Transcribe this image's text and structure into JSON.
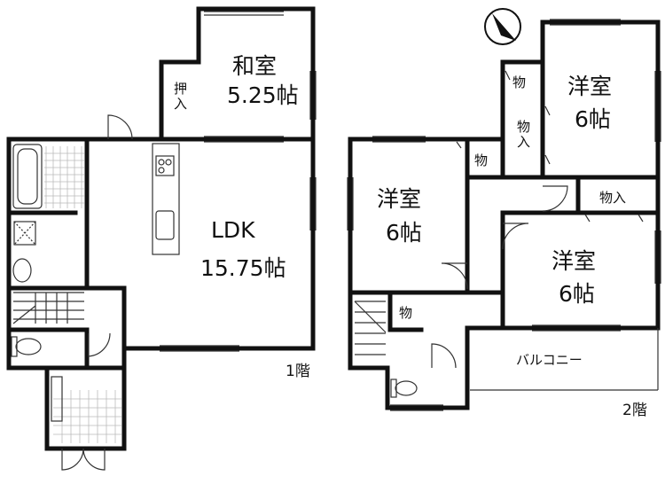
{
  "floor1": {
    "label": "1階",
    "washitsu": {
      "name": "和室",
      "size": "5.25帖"
    },
    "oshiire": "押入",
    "ldk": {
      "name": "LDK",
      "size": "15.75帖"
    }
  },
  "floor2": {
    "label": "2階",
    "youshitsu_ne": {
      "name": "洋室",
      "size": "6帖"
    },
    "youshitsu_w": {
      "name": "洋室",
      "size": "6帖"
    },
    "youshitsu_se": {
      "name": "洋室",
      "size": "6帖"
    },
    "mono": "物",
    "mono_ire": "物入",
    "balcony": "バルコニー"
  },
  "compass": "compass-north-icon"
}
